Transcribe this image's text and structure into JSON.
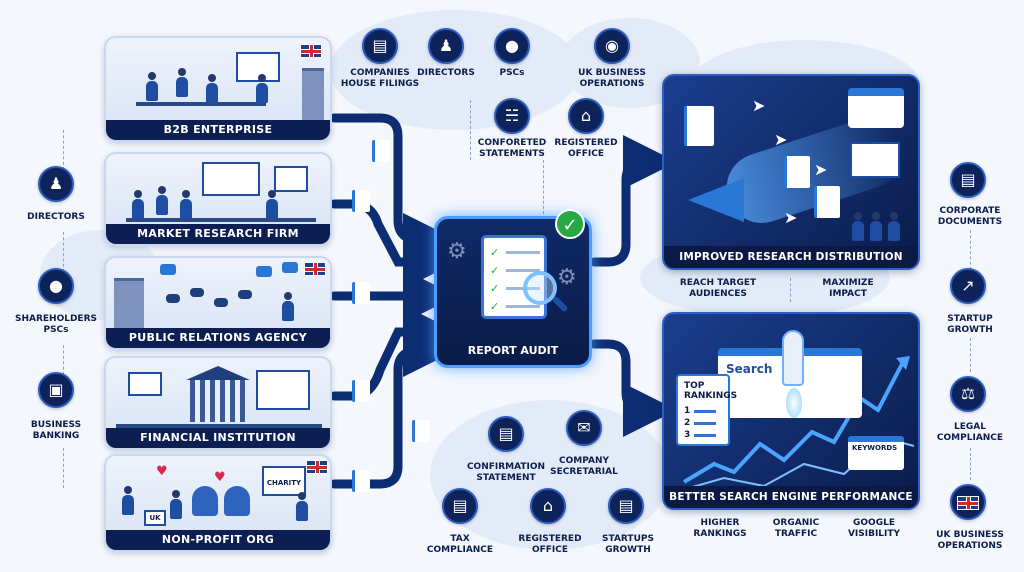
{
  "sectors": [
    {
      "name": "B2B ENTERPRISE"
    },
    {
      "name": "MARKET RESEARCH FIRM"
    },
    {
      "name": "PUBLIC RELATIONS AGENCY"
    },
    {
      "name": "FINANCIAL INSTITUTION"
    },
    {
      "name": "NON-PROFIT ORG"
    }
  ],
  "left_items": [
    {
      "label": "DIRECTORS",
      "icon": "director-icon"
    },
    {
      "label": "SHAREHOLDERS\nPSCs",
      "icon": "shareholders-icon"
    },
    {
      "label": "BUSINESS\nBANKING",
      "icon": "bank-card-icon"
    }
  ],
  "top_items": [
    {
      "label": "COMPANIES\nHOUSE FILINGS",
      "icon": "document-icon"
    },
    {
      "label": "DIRECTORS",
      "icon": "director-icon"
    },
    {
      "label": "PSCs",
      "icon": "group-icon"
    },
    {
      "label": "UK BUSINESS\nOPERATIONS",
      "icon": "globe-icon"
    },
    {
      "label": "CONFORETED\nSTATEMENTS",
      "icon": "institution-icon"
    },
    {
      "label": "REGISTERED\nOFFICE",
      "icon": "office-icon"
    }
  ],
  "bottom_items": [
    {
      "label": "CONFIRMATION\nSTATEMENT",
      "icon": "statement-icon"
    },
    {
      "label": "COMPANY\nSECRETARIAL",
      "icon": "secretarial-icon"
    },
    {
      "label": "TAX\nCOMPLIANCE",
      "icon": "tax-icon"
    },
    {
      "label": "REGISTERED\nOFFICE",
      "icon": "office-icon"
    },
    {
      "label": "STARTUPS\nGROWTH",
      "icon": "growth-doc-icon"
    }
  ],
  "right_items": [
    {
      "label": "CORPORATE\nDOCUMENTS",
      "icon": "documents-icon"
    },
    {
      "label": "STARTUP\nGROWTH",
      "icon": "growth-chart-icon"
    },
    {
      "label": "LEGAL\nCOMPLIANCE",
      "icon": "gavel-icon"
    },
    {
      "label": "UK BUSINESS\nOPERATIONS",
      "icon": "uk-flag-icon"
    }
  ],
  "center": {
    "title": "REPORT AUDIT"
  },
  "outcomes": [
    {
      "title": "IMPROVED RESEARCH DISTRIBUTION",
      "benefits": [
        "REACH TARGET\nAUDIENCES",
        "MAXIMIZE\nIMPACT"
      ]
    },
    {
      "title": "BETTER SEARCH ENGINE PERFORMANCE",
      "benefits": [
        "HIGHER\nRANKINGS",
        "ORGANIC\nTRAFFIC",
        "GOOGLE\nVISIBILITY"
      ]
    }
  ],
  "search_widget": {
    "search": "Search",
    "top_rankings": "TOP\nRANKINGS",
    "ranks": [
      "1",
      "2",
      "3"
    ],
    "keywords": "KEYWORDS"
  },
  "pr_hint": {
    "charity": "CHARITY",
    "uk": "UK"
  },
  "colors": {
    "navy": "#0d1f52",
    "accent": "#2a77d6",
    "success": "#26a844",
    "glow": "#4d9cff"
  }
}
